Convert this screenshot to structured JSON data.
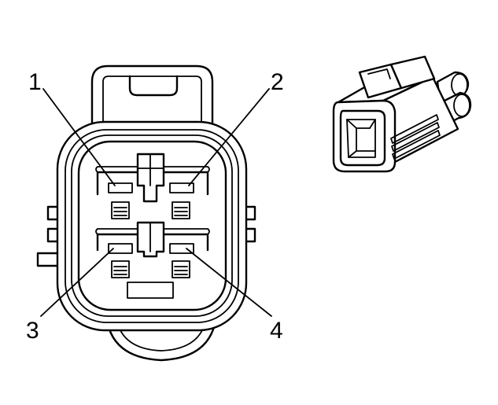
{
  "pin_labels": {
    "pin1": "1",
    "pin2": "2",
    "pin3": "3",
    "pin4": "4"
  }
}
